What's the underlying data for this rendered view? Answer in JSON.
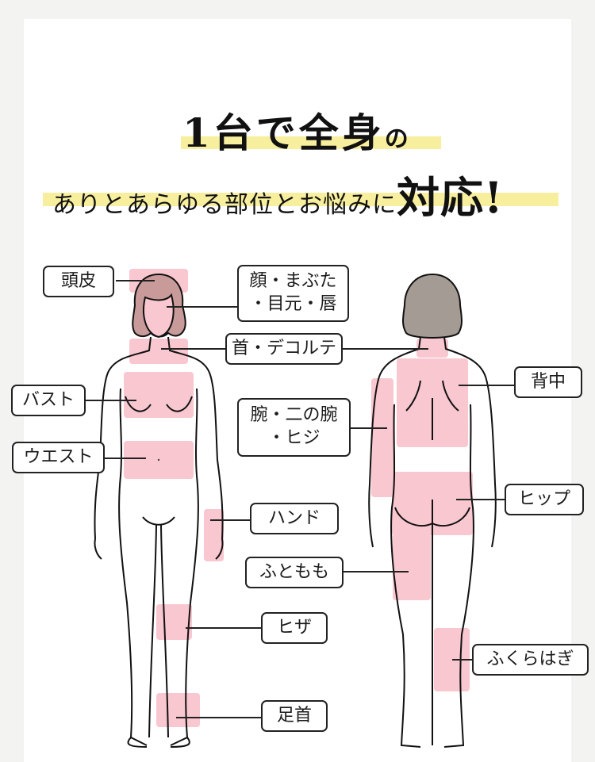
{
  "headline": {
    "line1_number": "1",
    "line1_text": "台で全身",
    "line1_particle": "の",
    "line2_text": "ありとあらゆる部位とお悩みに",
    "line2_emphasis": "対応!",
    "highlight_color": "#f8ef9e"
  },
  "illustration": {
    "front_view": "front-body",
    "back_view": "back-body",
    "treatment_area_color": "#f9c7d0",
    "front_hair_color": "#c99a9a",
    "back_hair_color": "#a39b94"
  },
  "labels": {
    "scalp": "頭皮",
    "face": "顔・まぶた\n・目元・唇",
    "neck": "首・デコルテ",
    "bust": "バスト",
    "waist": "ウエスト",
    "back": "背中",
    "arm": "腕・二の腕\n・ヒジ",
    "hand": "ハンド",
    "hip": "ヒップ",
    "thigh": "ふともも",
    "knee": "ヒザ",
    "calf": "ふくらはぎ",
    "ankle": "足首"
  }
}
